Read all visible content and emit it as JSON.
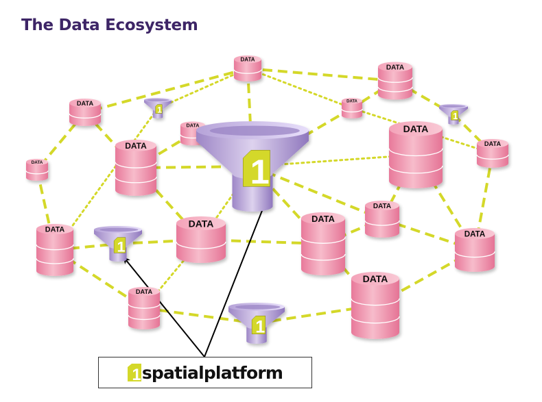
{
  "title": "The Data Ecosystem",
  "brand": {
    "logo_glyph": "1",
    "name": "spatialplatform",
    "logo_color": "#d4d829"
  },
  "colors": {
    "title": "#3d2566",
    "database": "#ee8fa8",
    "funnel": "#b9a6d9",
    "connector": "#d4d829",
    "arrow": "#000000"
  },
  "nodes": [
    {
      "id": "db-top",
      "type": "database",
      "label": "DATA",
      "size": "small"
    },
    {
      "id": "db-top-right",
      "type": "database",
      "label": "DATA",
      "size": "medium"
    },
    {
      "id": "db-upper-left",
      "type": "database",
      "label": "DATA",
      "size": "small"
    },
    {
      "id": "funnel-upper-left",
      "type": "funnel",
      "label": "1",
      "size": "tiny"
    },
    {
      "id": "db-tiny-upper-right",
      "type": "database",
      "label": "DATA",
      "size": "tiny"
    },
    {
      "id": "funnel-right",
      "type": "funnel",
      "label": "1",
      "size": "tiny"
    },
    {
      "id": "db-inner-top-left",
      "type": "database",
      "label": "DATA",
      "size": "small"
    },
    {
      "id": "funnel-center",
      "type": "funnel",
      "label": "1",
      "size": "large"
    },
    {
      "id": "db-large-right",
      "type": "database",
      "label": "DATA",
      "size": "large"
    },
    {
      "id": "db-far-right",
      "type": "database",
      "label": "DATA",
      "size": "small"
    },
    {
      "id": "db-tiny-left",
      "type": "database",
      "label": "DATA",
      "size": "tiny"
    },
    {
      "id": "db-inner-left",
      "type": "database",
      "label": "DATA",
      "size": "medium"
    },
    {
      "id": "db-left",
      "type": "database",
      "label": "DATA",
      "size": "medium"
    },
    {
      "id": "funnel-left",
      "type": "funnel",
      "label": "1",
      "size": "small"
    },
    {
      "id": "db-center-left",
      "type": "database",
      "label": "DATA",
      "size": "medium"
    },
    {
      "id": "db-center-right",
      "type": "database",
      "label": "DATA",
      "size": "medium"
    },
    {
      "id": "db-mid-right",
      "type": "database",
      "label": "DATA",
      "size": "small"
    },
    {
      "id": "db-right",
      "type": "database",
      "label": "DATA",
      "size": "medium"
    },
    {
      "id": "db-bottom-left",
      "type": "database",
      "label": "DATA",
      "size": "small"
    },
    {
      "id": "funnel-bottom",
      "type": "funnel",
      "label": "1",
      "size": "medium"
    },
    {
      "id": "db-bottom-right",
      "type": "database",
      "label": "DATA",
      "size": "medium"
    }
  ],
  "connections": [
    {
      "from": "db-top",
      "to": "db-top-right",
      "style": "dashed"
    },
    {
      "from": "db-top",
      "to": "db-upper-left",
      "style": "dashed"
    },
    {
      "from": "db-top",
      "to": "funnel-center",
      "style": "dashed"
    },
    {
      "from": "db-top",
      "to": "funnel-upper-left",
      "style": "dotted"
    },
    {
      "from": "db-top",
      "to": "db-tiny-upper-right",
      "style": "dotted"
    },
    {
      "from": "db-top-right",
      "to": "db-tiny-upper-right",
      "style": "dashed"
    },
    {
      "from": "db-top-right",
      "to": "funnel-right",
      "style": "dashed"
    },
    {
      "from": "funnel-right",
      "to": "db-far-right",
      "style": "dashed"
    },
    {
      "from": "db-tiny-upper-right",
      "to": "db-far-right",
      "style": "dotted"
    },
    {
      "from": "db-tiny-upper-right",
      "to": "funnel-center",
      "style": "dashed"
    },
    {
      "from": "db-upper-left",
      "to": "db-tiny-left",
      "style": "dashed"
    },
    {
      "from": "db-upper-left",
      "to": "db-inner-left",
      "style": "dashed"
    },
    {
      "from": "funnel-upper-left",
      "to": "db-left",
      "style": "dotted"
    },
    {
      "from": "db-tiny-left",
      "to": "db-left",
      "style": "dashed"
    },
    {
      "from": "db-inner-top-left",
      "to": "funnel-center",
      "style": "dashed"
    },
    {
      "from": "db-inner-top-left",
      "to": "db-inner-left",
      "style": "dashed"
    },
    {
      "from": "db-inner-left",
      "to": "funnel-center",
      "style": "dashed"
    },
    {
      "from": "db-inner-left",
      "to": "db-center-left",
      "style": "dashed"
    },
    {
      "from": "funnel-center",
      "to": "db-large-right",
      "style": "dotted"
    },
    {
      "from": "funnel-center",
      "to": "db-mid-right",
      "style": "dashed"
    },
    {
      "from": "funnel-center",
      "to": "db-center-right",
      "style": "dashed"
    },
    {
      "from": "funnel-center",
      "to": "db-center-left",
      "style": "dotted"
    },
    {
      "from": "db-large-right",
      "to": "db-mid-right",
      "style": "dashed"
    },
    {
      "from": "db-large-right",
      "to": "db-right",
      "style": "dashed"
    },
    {
      "from": "db-far-right",
      "to": "db-right",
      "style": "dashed"
    },
    {
      "from": "db-left",
      "to": "funnel-left",
      "style": "dashed"
    },
    {
      "from": "funnel-left",
      "to": "db-center-left",
      "style": "dashed"
    },
    {
      "from": "db-left",
      "to": "db-bottom-left",
      "style": "dashed"
    },
    {
      "from": "db-center-left",
      "to": "db-center-right",
      "style": "dashed"
    },
    {
      "from": "db-center-left",
      "to": "db-bottom-left",
      "style": "dotted"
    },
    {
      "from": "db-center-right",
      "to": "db-mid-right",
      "style": "dashed"
    },
    {
      "from": "db-mid-right",
      "to": "db-right",
      "style": "dashed"
    },
    {
      "from": "db-center-right",
      "to": "db-bottom-right",
      "style": "dashed"
    },
    {
      "from": "db-bottom-left",
      "to": "funnel-bottom",
      "style": "dashed"
    },
    {
      "from": "funnel-bottom",
      "to": "db-bottom-right",
      "style": "dashed"
    },
    {
      "from": "db-bottom-right",
      "to": "db-right",
      "style": "dashed"
    }
  ],
  "arrows": [
    {
      "from": "brand-box",
      "to": "funnel-left"
    },
    {
      "from": "brand-box",
      "to": "funnel-center"
    }
  ]
}
